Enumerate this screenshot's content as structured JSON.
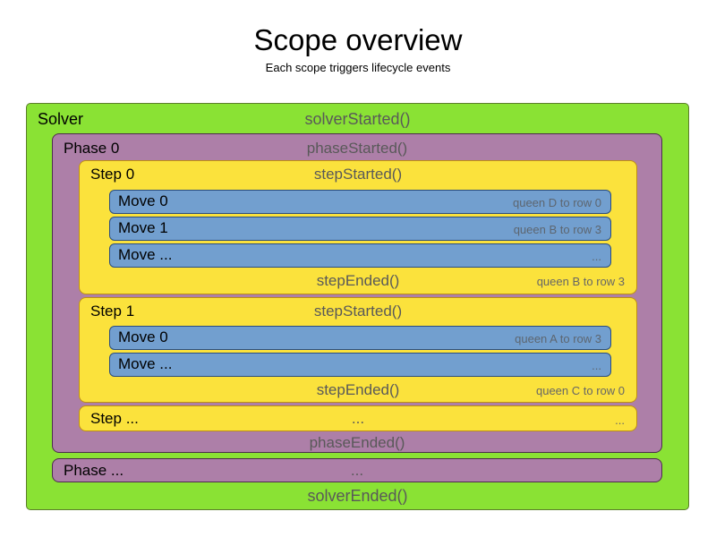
{
  "title": "Scope overview",
  "subtitle": "Each scope triggers lifecycle events",
  "solver": {
    "label": "Solver",
    "started": "solverStarted()",
    "ended": "solverEnded()"
  },
  "phase0": {
    "label": "Phase 0",
    "started": "phaseStarted()",
    "ended": "phaseEnded()"
  },
  "phase_etc": {
    "label": "Phase ...",
    "center": "..."
  },
  "step0": {
    "label": "Step 0",
    "started": "stepStarted()",
    "ended": "stepEnded()",
    "ended_note": "queen B to row 3",
    "moves": [
      {
        "label": "Move 0",
        "note": "queen D to row 0"
      },
      {
        "label": "Move 1",
        "note": "queen B to row 3"
      },
      {
        "label": "Move ...",
        "note": "..."
      }
    ]
  },
  "step1": {
    "label": "Step 1",
    "started": "stepStarted()",
    "ended": "stepEnded()",
    "ended_note": "queen C to row 0",
    "moves": [
      {
        "label": "Move 0",
        "note": "queen A to row 3"
      },
      {
        "label": "Move ...",
        "note": "..."
      }
    ]
  },
  "step_etc": {
    "label": "Step ...",
    "center": "...",
    "right": "..."
  },
  "colors": {
    "solver_fill": "#8ae234",
    "phase_fill": "#ad7fa8",
    "step_fill": "#fbe23c",
    "move_fill": "#729fcf",
    "event_text": "#595959",
    "label_text": "#000000"
  }
}
